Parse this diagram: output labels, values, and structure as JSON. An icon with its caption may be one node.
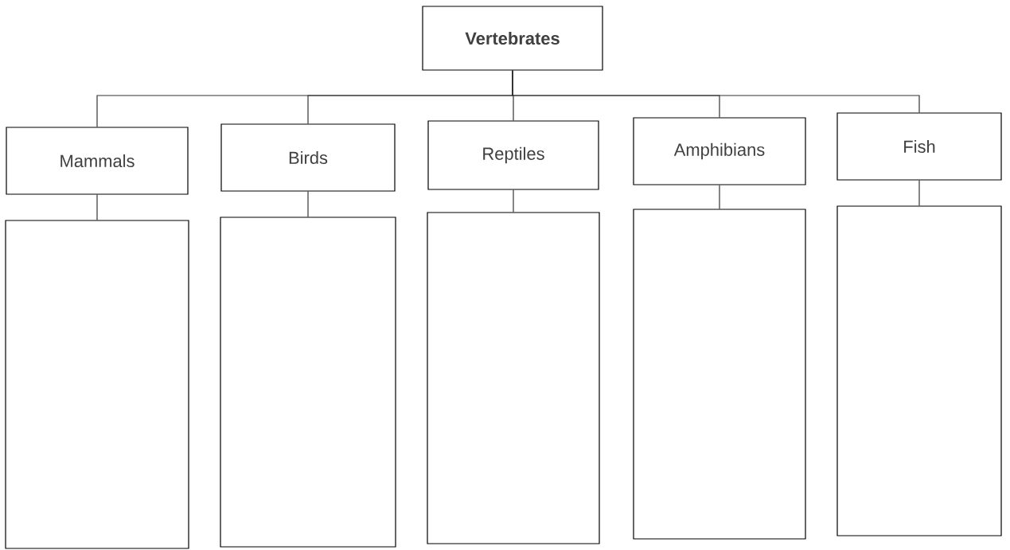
{
  "diagram": {
    "nodes": [
      {
        "text": [
          "Vertebrates"
        ]
      },
      {
        "text": [
          "Mammals"
        ]
      },
      {
        "text": [
          "Birds"
        ]
      },
      {
        "text": [
          "Reptiles"
        ]
      },
      {
        "text": [
          "Amphibians"
        ]
      },
      {
        "text": [
          "Fish"
        ]
      },
      {
        "text": [],
        "shape": "box"
      },
      {
        "text": [],
        "shape": "box"
      },
      {
        "text": [],
        "shape": "box"
      },
      {
        "text": [],
        "shape": "box"
      },
      {
        "text": [],
        "shape": "box"
      }
    ],
    "edges": [
      {
        "from": 0,
        "to": 1,
        "arrow": "none"
      },
      {
        "from": 0,
        "to": 2,
        "arrow": "none"
      },
      {
        "from": 0,
        "to": 3,
        "arrow": "none"
      },
      {
        "from": 0,
        "to": 4,
        "arrow": "none"
      },
      {
        "from": 0,
        "to": 5,
        "arrow": "none"
      },
      {
        "from": 1,
        "to": 6,
        "arrow": "none"
      },
      {
        "from": 2,
        "to": 7,
        "arrow": "none"
      },
      {
        "from": 3,
        "to": 8,
        "arrow": "none"
      },
      {
        "from": 4,
        "to": 9,
        "arrow": "none"
      },
      {
        "from": 5,
        "to": 10,
        "arrow": "none"
      }
    ]
  }
}
